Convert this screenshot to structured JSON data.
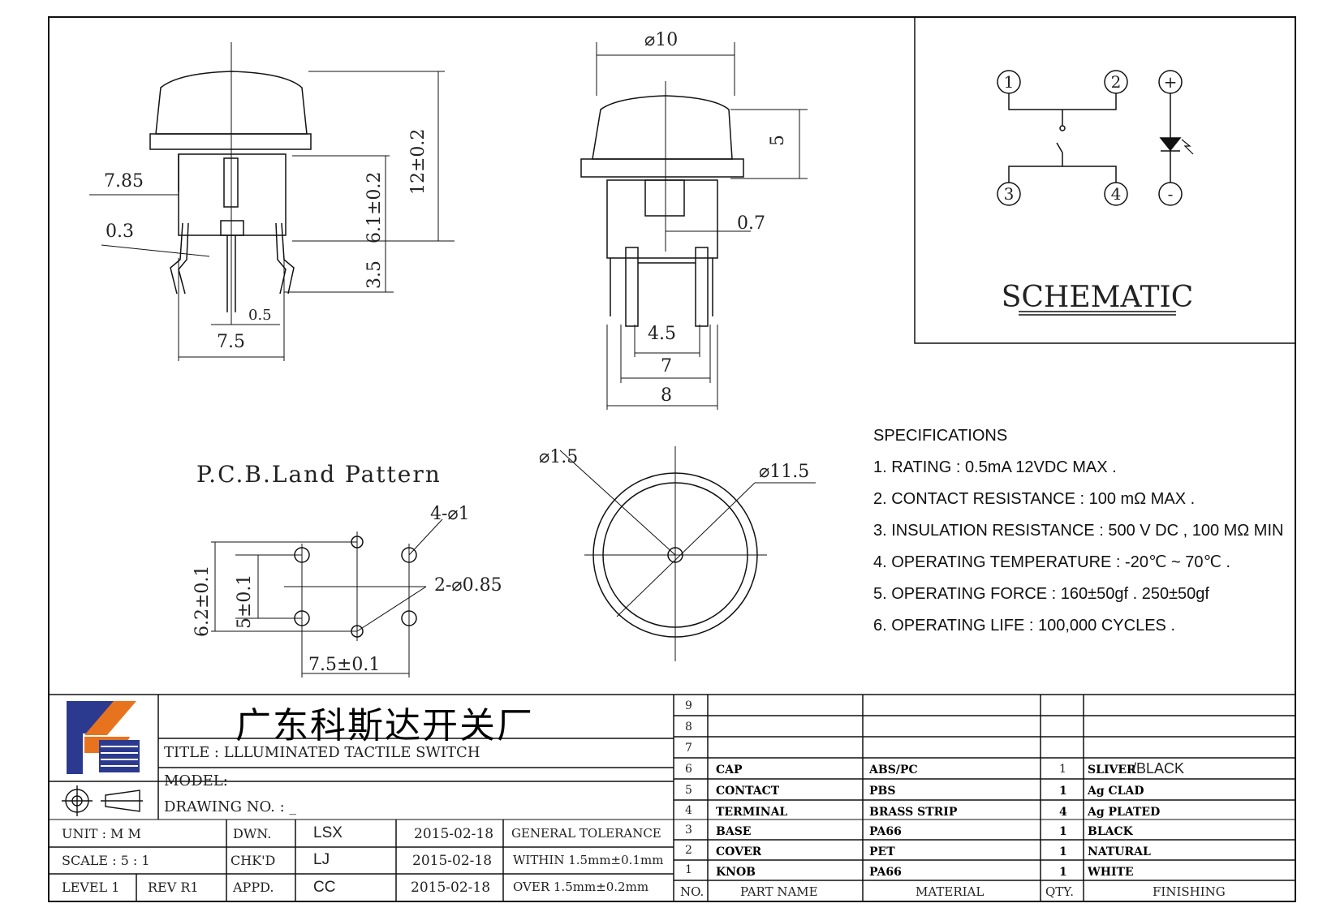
{
  "drawing": {
    "dims": {
      "side_width": "7.85",
      "pin_thickness": "0.3",
      "pin_width": "0.5",
      "pin_spacing": "7.5",
      "total_height": "12±0.2",
      "body_height": "6.1±0.2",
      "pin_length": "3.5",
      "diameter_cap": "⌀10",
      "cap_height": "5",
      "pin_offset": "0.7",
      "front_inner": "4.5",
      "front_mid": "7",
      "front_outer": "8",
      "hole_small": "⌀1.5",
      "top_dia": "⌀11.5",
      "pcb_title": "P.C.B.Land Pattern",
      "pcb_holes_4": "4-⌀1",
      "pcb_holes_2": "2-⌀0.85",
      "pcb_h1": "6.2±0.1",
      "pcb_h2": "5±0.1",
      "pcb_w": "7.5±0.1"
    },
    "schematic": {
      "title": "SCHEMATIC",
      "pins": [
        "1",
        "2",
        "3",
        "4",
        "+",
        "-"
      ]
    }
  },
  "specifications": {
    "heading": "SPECIFICATIONS",
    "items": [
      "1. RATING : 0.5mA 12VDC MAX .",
      "2. CONTACT RESISTANCE : 100 mΩ MAX .",
      "3. INSULATION RESISTANCE : 500 V DC , 100 MΩ MIN",
      "4. OPERATING TEMPERATURE : -20℃ ~ 70℃ .",
      "5. OPERATING FORCE : 160±50gf . 250±50gf",
      "6. OPERATING LIFE : 100,000 CYCLES ."
    ]
  },
  "title_block": {
    "company": "广东科斯达开关厂",
    "title": "TITLE :  LLLUMINATED TACTILE SWITCH",
    "model": "MODEL:",
    "drawing_no": "DRAWING NO.  : _",
    "unit_label": "UNIT   :   M M",
    "scale_label": "SCALE  :  5 : 1",
    "level_label": "LEVEL 1",
    "rev_label": "REV  R1",
    "dwn_label": "DWN.",
    "chk_label": "CHK'D",
    "appd_label": "APPD.",
    "dwn_by": "LSX",
    "chk_by": "LJ",
    "appd_by": "CC",
    "dwn_date": "2015-02-18",
    "chk_date": "2015-02-18",
    "appd_date": "2015-02-18",
    "tol_title": "GENERAL TOLERANCE",
    "tol_within": "WITHIN 1.5mm±0.1mm",
    "tol_over": "OVER   1.5mm±0.2mm"
  },
  "bom": {
    "headers": {
      "no": "NO.",
      "part": "PART  NAME",
      "material": "MATERIAL",
      "qty": "QTY.",
      "finishing": "FINISHING"
    },
    "empty_rows": [
      "9",
      "8",
      "7"
    ],
    "rows": [
      {
        "no": "6",
        "part": "CAP",
        "material": "ABS/PC",
        "qty": "1",
        "finishing_a": "SLIVER",
        "finishing_b": "/BLACK"
      },
      {
        "no": "5",
        "part": "CONTACT",
        "material": "PBS",
        "qty": "1",
        "finishing_a": "Ag CLAD",
        "finishing_b": ""
      },
      {
        "no": "4",
        "part": "TERMINAL",
        "material": "BRASS STRIP",
        "qty": "4",
        "finishing_a": "Ag PLATED",
        "finishing_b": ""
      },
      {
        "no": "3",
        "part": "BASE",
        "material": "PA66",
        "qty": "1",
        "finishing_a": "BLACK",
        "finishing_b": ""
      },
      {
        "no": "2",
        "part": "COVER",
        "material": "PET",
        "qty": "1",
        "finishing_a": "NATURAL",
        "finishing_b": ""
      },
      {
        "no": "1",
        "part": "KNOB",
        "material": "PA66",
        "qty": "1",
        "finishing_a": "WHITE",
        "finishing_b": ""
      }
    ]
  },
  "colors": {
    "logo_blue": "#2b3a8f",
    "logo_orange": "#e8731f",
    "line": "#111111"
  }
}
